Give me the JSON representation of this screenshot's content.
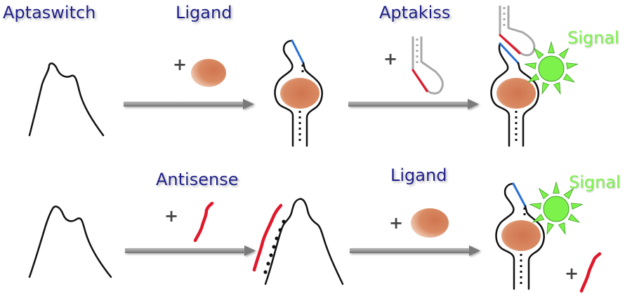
{
  "labels": {
    "aptaswitch": "Aptaswitch",
    "ligand_top": "Ligand",
    "aptakiss": "Aptakiss",
    "signal_top": "Signal",
    "antisense": "Antisense",
    "ligand_bottom": "Ligand",
    "signal_bottom": "Signal"
  },
  "operators": {
    "plus": "+"
  },
  "colors": {
    "label_text": "#1f1f8a",
    "signal_text": "#7cf24a",
    "strand": "#111111",
    "blue_segment": "#2a6fd8",
    "red_segment": "#e0182b",
    "ligand": "#d9845c",
    "signal_star": "#7cf24a",
    "arrow": "#8e8e8e",
    "aptakiss_gray": "#a8a8a8"
  }
}
